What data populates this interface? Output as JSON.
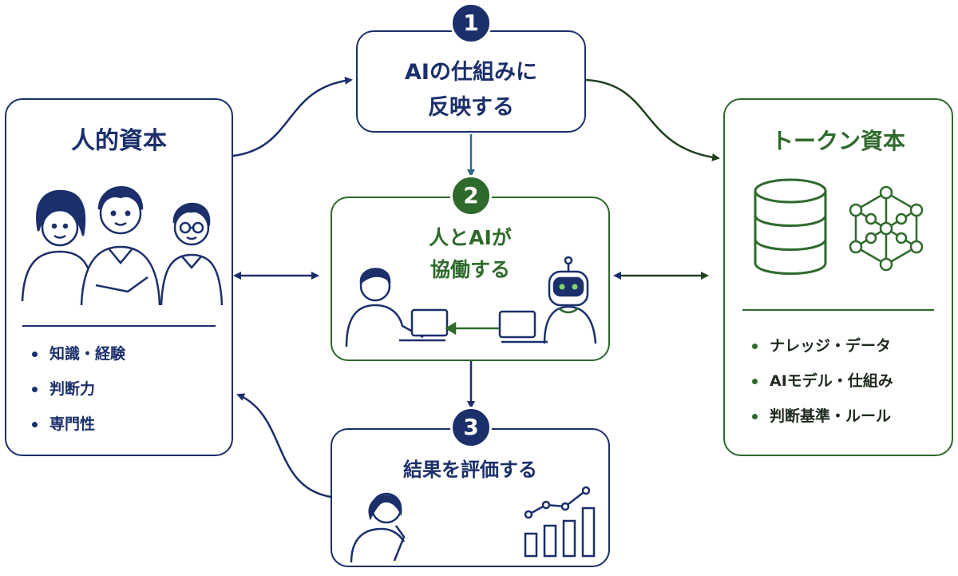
{
  "steps": [
    {
      "number": "1",
      "title_line1": "AIの仕組みに",
      "title_line2": "反映する"
    },
    {
      "number": "2",
      "title_line1": "人とAIが",
      "title_line2": "協働する"
    },
    {
      "number": "3",
      "title_line1": "結果を評価する"
    }
  ],
  "human_capital": {
    "title": "人的資本",
    "items": [
      "知識・経験",
      "判断力",
      "専門性"
    ]
  },
  "token_capital": {
    "title": "トークン資本",
    "items": [
      "ナレッジ・データ",
      "AIモデル・仕組み",
      "判断基準・ルール"
    ]
  },
  "colors": {
    "navy": "#1b2f6b",
    "green": "#2e6a2b",
    "teal": "#2b6f86"
  },
  "icons": [
    "people-icon",
    "database-icon",
    "network-icon",
    "person-laptop-icon",
    "robot-laptop-icon",
    "thinking-person-icon",
    "bar-chart-icon"
  ]
}
